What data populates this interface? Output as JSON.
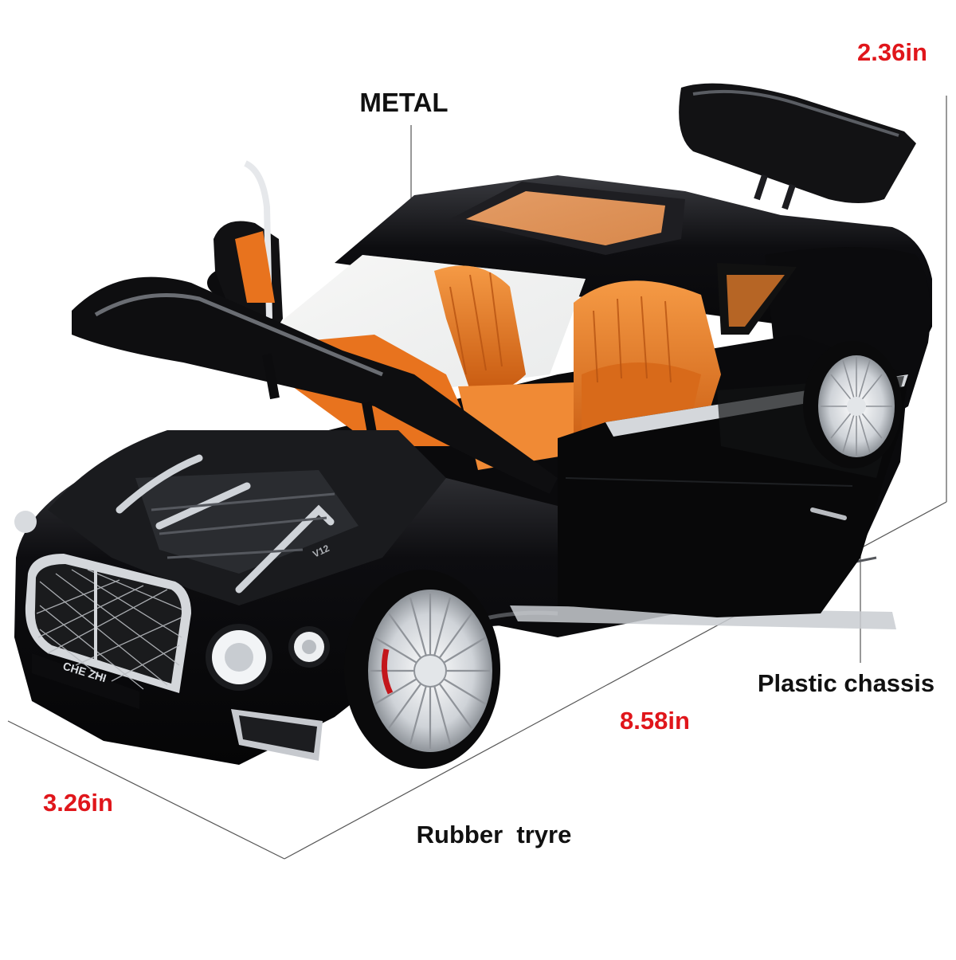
{
  "labels": {
    "metal": "METAL",
    "plastic_chassis": "Plastic chassis",
    "rubber_tyre": "Rubber  tryre"
  },
  "dimensions": {
    "height": "2.36in",
    "length": "8.58in",
    "width": "3.26in"
  },
  "badges": {
    "grille_plate": "CHE ZHI",
    "engine_cover": "V12"
  },
  "colors": {
    "dimension_text": "#e0161b",
    "label_text": "#111111",
    "body_paint": "#0c0c0e",
    "interior": "#e8731e",
    "chrome": "#c9ccd1"
  }
}
